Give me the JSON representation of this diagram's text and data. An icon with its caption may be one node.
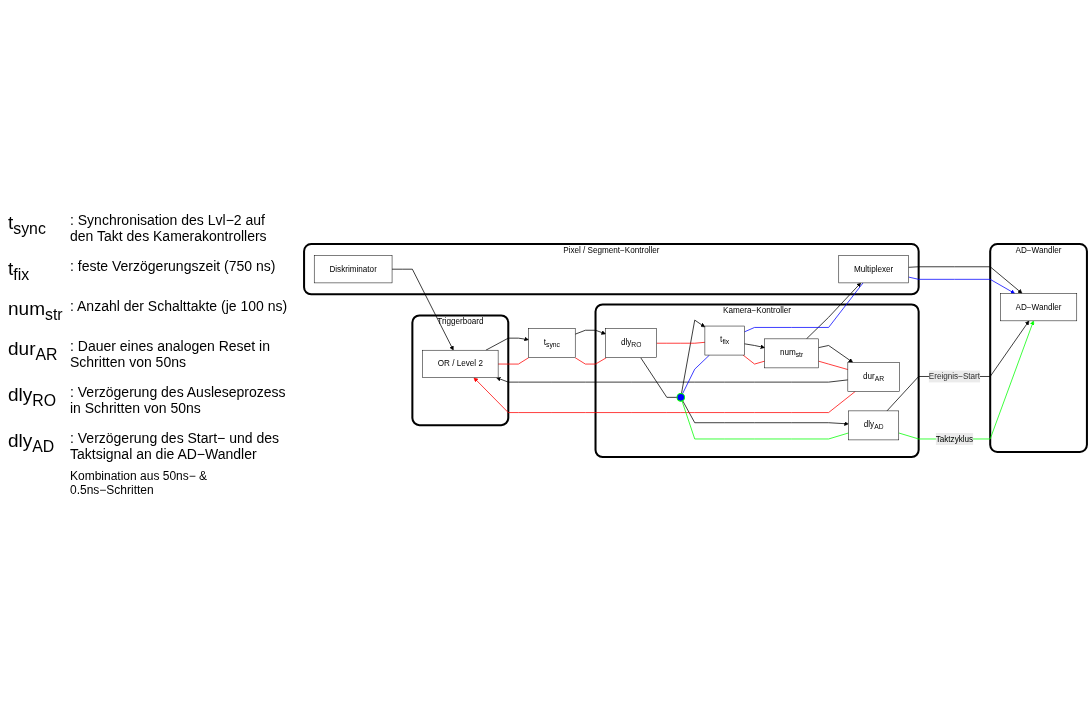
{
  "diagram": {
    "nodes": [
      {
        "text": [
          "Pixel / Segment−Kontroller"
        ]
      },
      {
        "text": [
          "Diskriminator"
        ],
        "in": 0
      },
      {
        "text": [
          "Multiplexer"
        ],
        "in": 0
      },
      {
        "text": [
          "Triggerboard"
        ]
      },
      {
        "text": [
          "OR / Level 2"
        ],
        "in": 3
      },
      {
        "text": [
          "Kamera−Kontroller"
        ]
      },
      {
        "text": [
          "num$_{str}$"
        ],
        "in": 5
      },
      {
        "text": [
          "t$_{fix}$"
        ],
        "in": 5
      },
      {
        "text": [
          "dur$_{AR}$"
        ],
        "in": 5
      },
      {
        "text": [
          "t$_{sync}$"
        ]
      },
      {
        "text": [
          "dly$_{RO}$"
        ],
        "in": 5
      },
      {
        "text": [],
        "shape": "circle",
        "in": 5
      },
      {
        "text": [
          "dly$_{AD}$"
        ],
        "in": 5
      },
      {
        "text": [
          "AD−Wandler"
        ]
      },
      {
        "text": [
          "AD−Wandler"
        ],
        "in": 13
      }
    ],
    "edges": [
      {
        "from": 1,
        "to": 4,
        "arrow": "to"
      },
      {
        "from": 4,
        "to": 9,
        "arrow": "to"
      },
      {
        "from": 4,
        "to": 9,
        "arrow": "none",
        "color": "#ff0000"
      },
      {
        "from": 9,
        "to": 10,
        "arrow": "to"
      },
      {
        "from": 9,
        "to": 10,
        "arrow": "none",
        "color": "#ff0000"
      },
      {
        "from": 10,
        "to": 11,
        "arrow": "none"
      },
      {
        "from": 11,
        "to": 7,
        "arrow": "to"
      },
      {
        "from": 11,
        "to": 12,
        "arrow": "to"
      },
      {
        "from": 10,
        "to": 7,
        "arrow": "none",
        "color": "#ff0000"
      },
      {
        "from": 7,
        "to": 6,
        "arrow": "to"
      },
      {
        "from": 7,
        "to": 6,
        "arrow": "none",
        "color": "#ff0000"
      },
      {
        "from": 6,
        "to": 8,
        "arrow": "to"
      },
      {
        "from": 6,
        "to": 8,
        "arrow": "none",
        "color": "#ff0000"
      },
      {
        "from": 8,
        "to": 4,
        "arrow": "to"
      },
      {
        "from": 8,
        "to": 4,
        "arrow": "to",
        "color": "#ff0000"
      },
      {
        "from": 6,
        "to": 2,
        "arrow": "to"
      },
      {
        "from": 11,
        "to": 7,
        "arrow": "none",
        "color": "#0000ff"
      },
      {
        "from": 7,
        "to": 2,
        "arrow": "none",
        "color": "#0000ff"
      },
      {
        "from": 2,
        "to": 14,
        "arrow": "to"
      },
      {
        "from": 2,
        "to": 14,
        "arrow": "to",
        "color": "#0000ff"
      },
      {
        "from": 11,
        "to": 12,
        "arrow": "none",
        "color": "#00ff00"
      },
      {
        "from": 12,
        "to": 14,
        "arrow": "to",
        "label": "Ereignis−Start"
      },
      {
        "from": 12,
        "to": 14,
        "arrow": "to",
        "label": "Taktzyklus",
        "color": "#00ff00"
      }
    ],
    "labels": [
      "t$_{sync}$",
      ": Synchronisation des Lvl−2 auf den Takt des Kamerakontrollers",
      "t$_{fix}$",
      ": feste Verzögerungszeit (750 ns)",
      "num$_{str}$",
      ": Anzahl der Schalttakte (je 100 ns)",
      "dur$_{AR}$",
      ": Dauer eines analogen Reset in Schritten von 50ns",
      "dly$_{RO}$",
      ": Verzögerung des Ausleseprozess in Schritten von 50ns",
      "dly$_{AD}$",
      ": Verzögerung des Start− und des Taktsignal an die AD−Wandler",
      "Kombination aus 50ns− & 0.5ns−Schritten"
    ]
  }
}
